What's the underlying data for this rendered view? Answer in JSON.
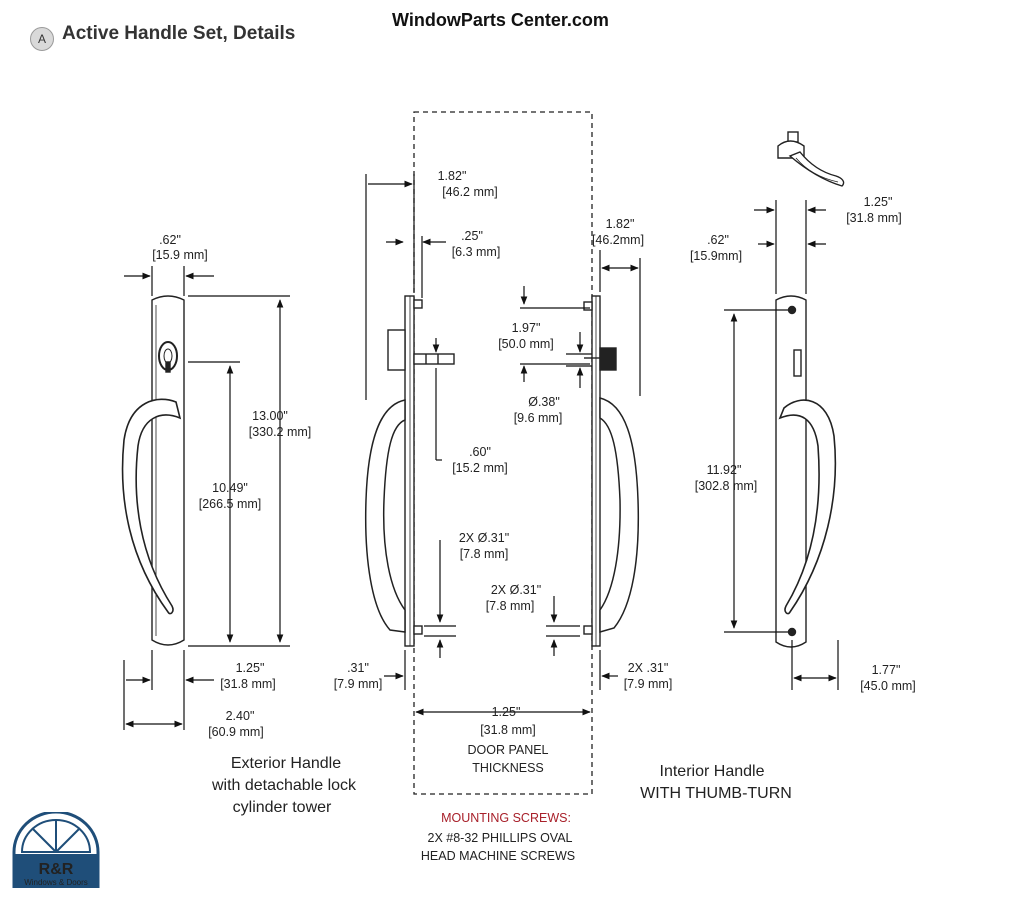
{
  "header": {
    "section_badge": "A",
    "title": "Active Handle Set, Details",
    "site": "WindowParts Center.com"
  },
  "exterior": {
    "caption": [
      "Exterior Handle",
      "with detachable lock",
      "cylinder tower"
    ],
    "dims": {
      "width_top_in": ".62\"",
      "width_top_mm": "[15.9 mm]",
      "height_in": "13.00\"",
      "height_mm": "[330.2 mm]",
      "spacing_in": "10.49\"",
      "spacing_mm": "[266.5 mm]",
      "base_in": "1.25\"",
      "base_mm": "[31.8 mm]",
      "depth_in": "2.40\"",
      "depth_mm": "[60.9 mm]"
    }
  },
  "side": {
    "dims": {
      "a_in": "1.82\"",
      "a_mm": "[46.2 mm]",
      "b_in": ".25\"",
      "b_mm": "[6.3 mm]",
      "c_in": "1.82\"",
      "c_mm": "[46.2mm]",
      "d_in": "1.97\"",
      "d_mm": "[50.0 mm]",
      "e_in": "Ø.38\"",
      "e_mm": "[9.6 mm]",
      "f_in": ".60\"",
      "f_mm": "[15.2 mm]",
      "g_in": "2X   Ø.31\"",
      "g_mm": "[7.8 mm]",
      "h_in": "2X  Ø.31\"",
      "h_mm": "[7.8 mm]",
      "i_in": ".31\"",
      "i_mm": "[7.9 mm]",
      "j_in": "2X  .31\"",
      "j_mm": "[7.9 mm]",
      "k_in": "1.25\"",
      "k_mm": "[31.8 mm]"
    },
    "door_caption": [
      "DOOR PANEL",
      "THICKNESS"
    ],
    "screws_label": "MOUNTING SCREWS:",
    "screws_desc": [
      "2X #8-32 PHILLIPS OVAL",
      "HEAD MACHINE SCREWS"
    ]
  },
  "interior": {
    "caption": [
      "Interior Handle",
      "WITH THUMB-TURN"
    ],
    "dims": {
      "top_right_in": "1.25\"",
      "top_right_mm": "[31.8 mm]",
      "top_left_in": ".62\"",
      "top_left_mm": "[15.9mm]",
      "spacing_in": "11.92\"",
      "spacing_mm": "[302.8 mm]",
      "base_in": "1.77\"",
      "base_mm": "[45.0 mm]"
    }
  },
  "logo": {
    "mark": "R&R",
    "text": "Windows & Doors",
    "color": "#1f4e79"
  }
}
